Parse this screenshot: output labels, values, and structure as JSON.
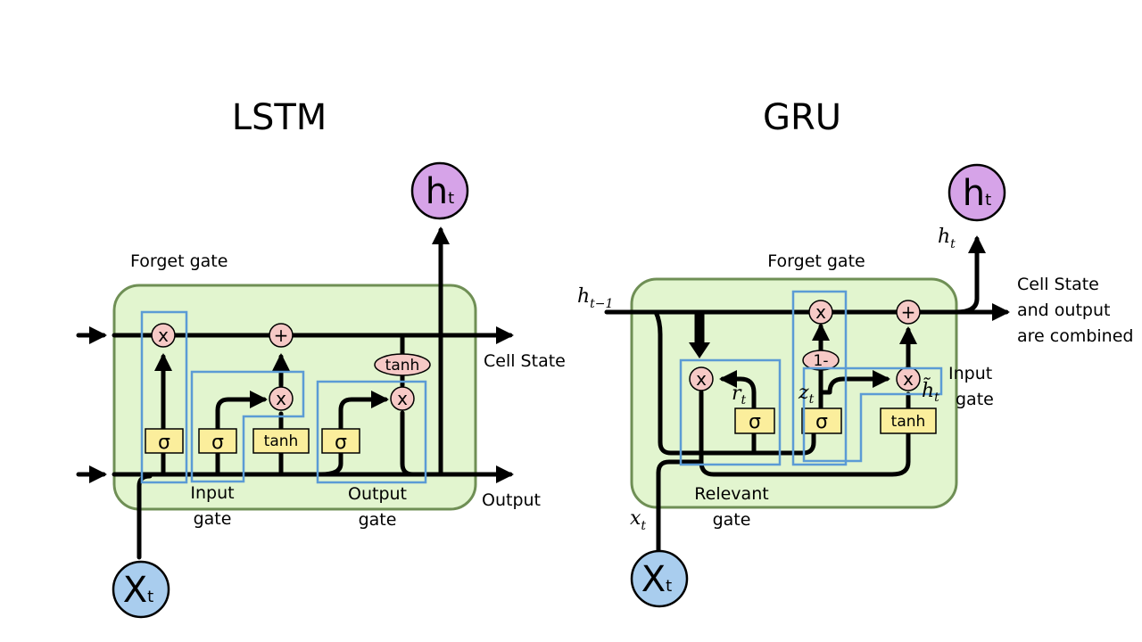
{
  "lstm": {
    "title": "LSTM",
    "labels": {
      "forget_gate": "Forget gate",
      "input_gate_1": "Input",
      "input_gate_2": "gate",
      "output_gate_1": "Output",
      "output_gate_2": "gate",
      "cell_state": "Cell State",
      "output": "Output"
    },
    "ops": {
      "multiply": "x",
      "add": "+"
    },
    "gates": {
      "sigma": "σ",
      "tanh": "tanh"
    },
    "nodes": {
      "h": "h",
      "h_sub": "t",
      "x": "X",
      "x_sub": "t"
    }
  },
  "gru": {
    "title": "GRU",
    "labels": {
      "forget_gate": "Forget gate",
      "cell_state_1": "Cell State",
      "cell_state_2": "and output",
      "cell_state_3": "are combined",
      "input_gate_1": "Input",
      "input_gate_2": "gate",
      "relevant_gate_1": "Relevant",
      "relevant_gate_2": "gate"
    },
    "math": {
      "h_prev": "h",
      "h_prev_sub": "t−1",
      "h_t": "h",
      "h_t_sub": "t",
      "x_t": "x",
      "x_t_sub": "t",
      "r_t": "r",
      "r_t_sub": "t",
      "z_t": "z",
      "z_t_sub": "t",
      "h_tilde": "h̃",
      "h_tilde_sub": "t",
      "dash": "-"
    },
    "ops": {
      "multiply": "x",
      "add": "+",
      "one_minus": "1-"
    },
    "gates": {
      "sigma": "σ",
      "tanh": "tanh"
    },
    "nodes": {
      "h": "h",
      "h_sub": "t",
      "x": "X",
      "x_sub": "t"
    }
  },
  "colors": {
    "cell_fill": "#e2f5cf",
    "cell_stroke": "#6f8f55",
    "gate_fill": "#fbee9c",
    "op_fill": "#f6c9c6",
    "h_node": "#d6a3e8",
    "x_node": "#a9cdee",
    "highlight": "#5b9bd5"
  }
}
